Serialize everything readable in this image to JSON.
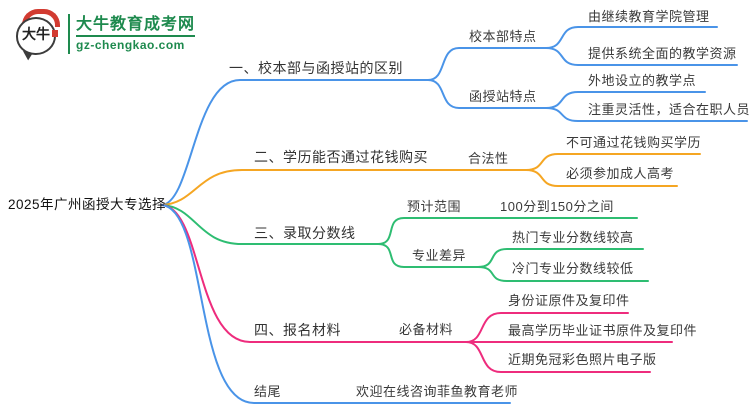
{
  "logo": {
    "mark": "大牛",
    "title": "大牛教育成考网",
    "url": "gz-chengkao.com",
    "brand_green": "#1e8a4e",
    "brand_red": "#d23b31"
  },
  "mindmap": {
    "root": "2025年广州函授大专选择",
    "branches": [
      {
        "label": "一、校本部与函授站的区别",
        "color": "#4a94e8",
        "children": [
          {
            "label": "校本部特点",
            "children": [
              {
                "label": "由继续教育学院管理"
              },
              {
                "label": "提供系统全面的教学资源"
              }
            ]
          },
          {
            "label": "函授站特点",
            "children": [
              {
                "label": "外地设立的教学点"
              },
              {
                "label": "注重灵活性，适合在职人员"
              }
            ]
          }
        ]
      },
      {
        "label": "二、学历能否通过花钱购买",
        "color": "#f5a623",
        "children": [
          {
            "label": "合法性",
            "children": [
              {
                "label": "不可通过花钱购买学历"
              },
              {
                "label": "必须参加成人高考"
              }
            ]
          }
        ]
      },
      {
        "label": "三、录取分数线",
        "color": "#2ebd72",
        "children": [
          {
            "label": "预计范围",
            "children": [
              {
                "label": "100分到150分之间"
              }
            ]
          },
          {
            "label": "专业差异",
            "children": [
              {
                "label": "热门专业分数线较高"
              },
              {
                "label": "冷门专业分数线较低"
              }
            ]
          }
        ]
      },
      {
        "label": "四、报名材料",
        "color": "#ee2c7d",
        "children": [
          {
            "label": "必备材料",
            "children": [
              {
                "label": "身份证原件及复印件"
              },
              {
                "label": "最高学历毕业证书原件及复印件"
              },
              {
                "label": "近期免冠彩色照片电子版"
              }
            ]
          }
        ]
      },
      {
        "label": "结尾",
        "color": "#4a94e8",
        "children": [
          {
            "label": "欢迎在线咨询菲鱼教育老师"
          }
        ]
      }
    ]
  }
}
